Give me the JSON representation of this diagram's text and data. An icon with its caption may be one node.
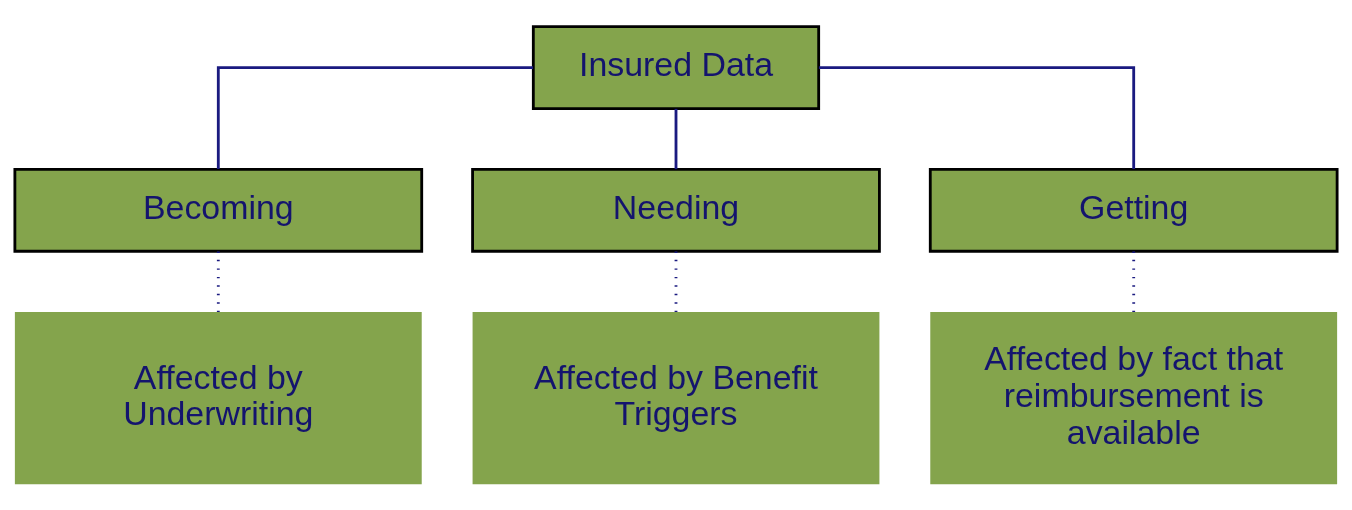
{
  "diagram": {
    "nodes": [
      {
        "text": [
          "Insured Data"
        ]
      },
      {
        "text": [
          "Becoming"
        ]
      },
      {
        "text": [
          "Needing"
        ]
      },
      {
        "text": [
          "Getting"
        ]
      },
      {
        "text": [
          "Affected by Underwriting"
        ]
      },
      {
        "text": [
          "Affected by Benefit Triggers"
        ]
      },
      {
        "text": [
          "Affected by fact that reimbursement is available"
        ]
      }
    ],
    "edges": [
      {
        "from": 0,
        "to": 1,
        "arrow": "none"
      },
      {
        "from": 0,
        "to": 2,
        "arrow": "none"
      },
      {
        "from": 0,
        "to": 3,
        "arrow": "none"
      },
      {
        "from": 1,
        "to": 4,
        "arrow": "none",
        "style": "dashed"
      },
      {
        "from": 2,
        "to": 5,
        "arrow": "none",
        "style": "dashed"
      },
      {
        "from": 3,
        "to": 6,
        "arrow": "none",
        "style": "dashed"
      }
    ]
  }
}
